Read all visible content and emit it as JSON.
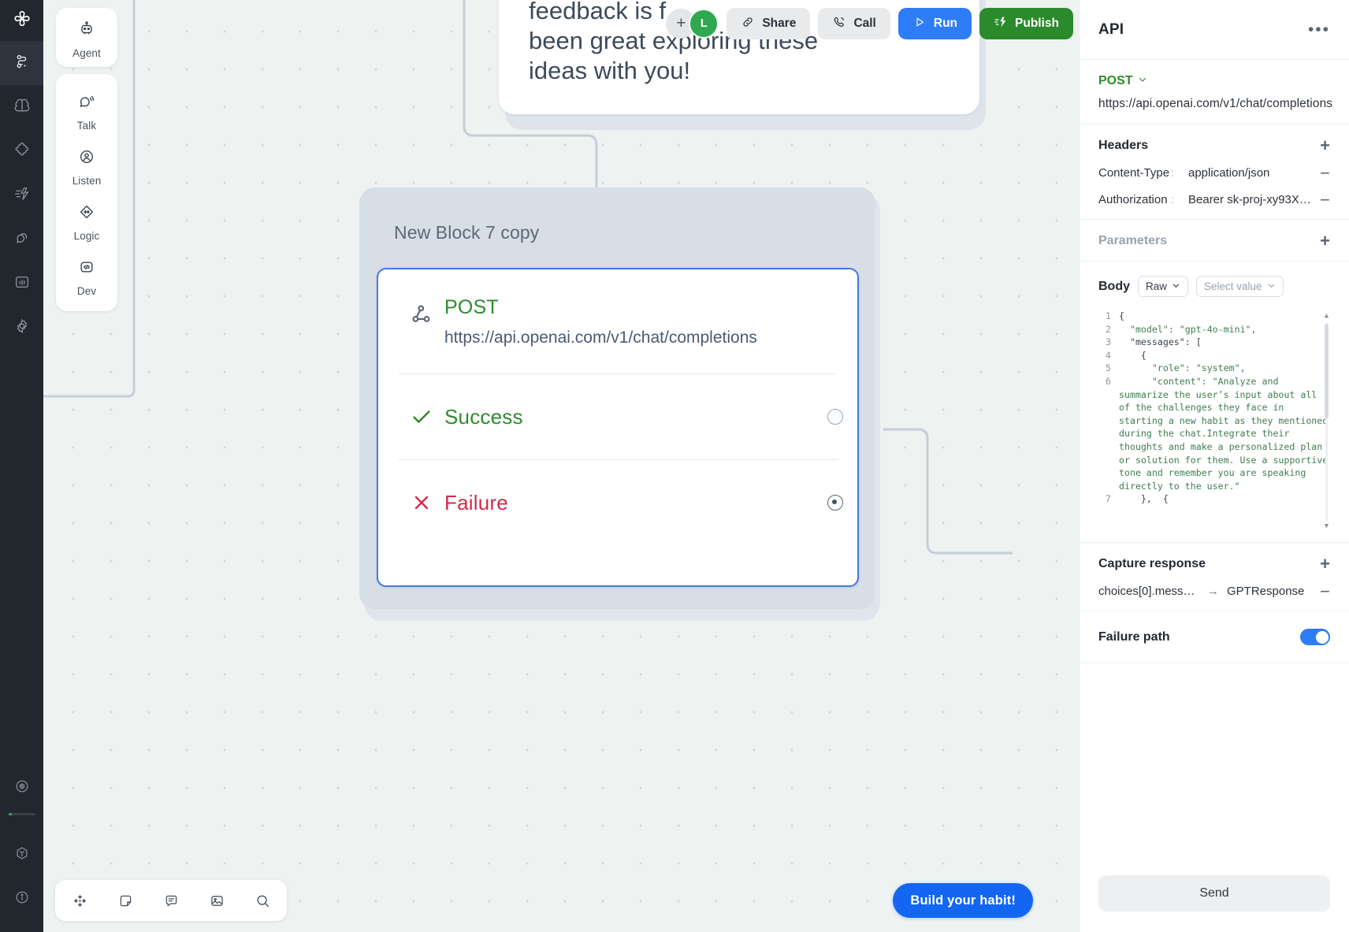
{
  "rail": {
    "logo_icon": "app-logo-icon",
    "items": [
      {
        "name": "flow-builder",
        "icon": "flow-icon",
        "active": true
      },
      {
        "name": "knowledge",
        "icon": "brain-icon",
        "active": false
      },
      {
        "name": "integrations",
        "icon": "puzzle-icon",
        "active": false
      },
      {
        "name": "automations",
        "icon": "bolt-lines-icon",
        "active": false
      },
      {
        "name": "conversations",
        "icon": "chat-bubbles-icon",
        "active": false
      },
      {
        "name": "analytics",
        "icon": "bar-chart-icon",
        "active": false
      },
      {
        "name": "settings",
        "icon": "gear-icon",
        "active": false
      }
    ],
    "bottom_items": [
      {
        "name": "target",
        "icon": "target-icon"
      },
      {
        "name": "package",
        "icon": "cube-icon"
      },
      {
        "name": "info",
        "icon": "info-icon"
      }
    ]
  },
  "palette": {
    "groups": [
      {
        "items": [
          {
            "label": "Agent",
            "icon": "robot-icon"
          }
        ]
      },
      {
        "items": [
          {
            "label": "Talk",
            "icon": "speech-bubble-icon"
          },
          {
            "label": "Listen",
            "icon": "person-circle-icon"
          },
          {
            "label": "Logic",
            "icon": "diamond-arrows-icon"
          },
          {
            "label": "Dev",
            "icon": "code-brackets-icon"
          }
        ]
      }
    ]
  },
  "topbar": {
    "add_label": "+",
    "avatar_initial": "L",
    "share_label": "Share",
    "call_label": "Call",
    "run_label": "Run",
    "publish_label": "Publish",
    "accent_run": "#2f7df6",
    "accent_publish": "#2b8a2b"
  },
  "canvas": {
    "chat_bubble_text": "feedback is f… been great exploring these ideas with you!",
    "chat_bubble_lines": [
      "feedback is f",
      "been great exploring these",
      "ideas with you!"
    ],
    "block": {
      "title": "New Block 7 copy",
      "method": "POST",
      "url": "https://api.openai.com/v1/chat/completions",
      "success_label": "Success",
      "failure_label": "Failure",
      "success_port_filled": false,
      "failure_port_filled": true,
      "success_color": "#2e8b2e",
      "failure_color": "#d32a4a",
      "selected_border": "#3f7be0"
    },
    "bottom_tools": [
      {
        "name": "pan-tool",
        "icon": "move-arrows-icon"
      },
      {
        "name": "note-tool",
        "icon": "sticky-note-icon"
      },
      {
        "name": "comment-tool",
        "icon": "comment-icon"
      },
      {
        "name": "image-tool",
        "icon": "image-icon"
      },
      {
        "name": "search-tool",
        "icon": "search-icon"
      }
    ],
    "cta_label": "Build your habit!"
  },
  "panel": {
    "title": "API",
    "overflow_icon": "ellipsis-icon",
    "method": "POST",
    "url": "https://api.openai.com/v1/chat/completions",
    "headers": {
      "label": "Headers",
      "add_label": "+",
      "rows": [
        {
          "key": "Content-Type",
          "sep": ":",
          "value": "application/json",
          "remove_label": "−"
        },
        {
          "key": "Authorization",
          "sep": ":",
          "value": "Bearer sk-proj-xy93X…",
          "remove_label": "−"
        }
      ]
    },
    "parameters": {
      "label": "Parameters",
      "add_label": "+"
    },
    "body": {
      "label": "Body",
      "format_select": "Raw",
      "value_select": "Select value",
      "code_lines": [
        {
          "n": "1",
          "text": "{"
        },
        {
          "n": "2",
          "text": "  \"model\": \"gpt-4o-mini\","
        },
        {
          "n": "3",
          "text": "  \"messages\": ["
        },
        {
          "n": "4",
          "text": "    {"
        },
        {
          "n": "5",
          "text": "      \"role\": \"system\","
        },
        {
          "n": "6",
          "text": "      \"content\": \"Analyze and summarize the user’s input about all of the challenges they face in starting a new habit as they mentioned during the chat.Integrate their thoughts and make a personalized plan or solution for them. Use a supportive tone and remember you are speaking directly to the user.\""
        },
        {
          "n": "7",
          "text": "    },  {"
        }
      ]
    },
    "capture": {
      "label": "Capture response",
      "add_label": "+",
      "rows": [
        {
          "source": "choices[0].message.…",
          "arrow": "→",
          "target": "GPTResponse",
          "remove_label": "−"
        }
      ]
    },
    "failure_path": {
      "label": "Failure path",
      "enabled": true,
      "accent": "#2f7df6"
    },
    "send_label": "Send"
  }
}
